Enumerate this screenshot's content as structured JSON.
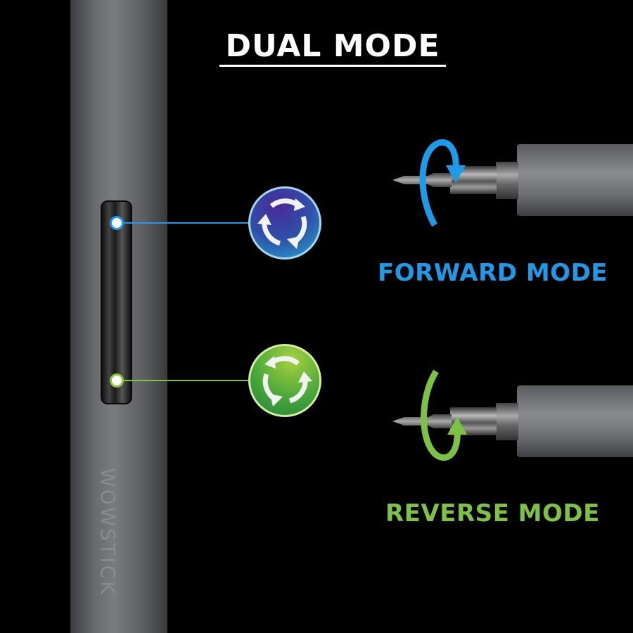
{
  "title": "DUAL MODE",
  "brand": "WOWSTICK",
  "modes": [
    {
      "label": "FORWARD MODE",
      "color": "#1e9be8",
      "icon": "rotate-clockwise-icon"
    },
    {
      "label": "REVERSE MODE",
      "color": "#7dc242",
      "icon": "rotate-counterclockwise-icon"
    }
  ]
}
